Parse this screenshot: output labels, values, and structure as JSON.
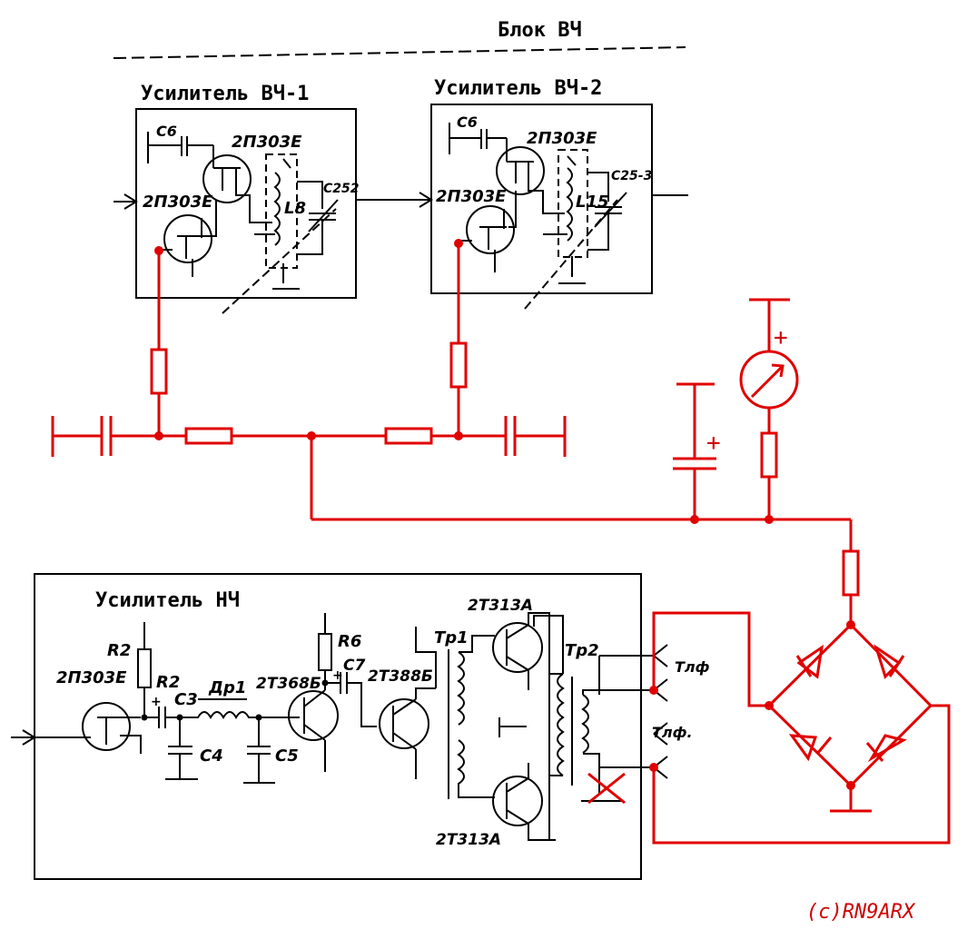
{
  "title": "Блок ВЧ",
  "blocks": {
    "rf1": "Усилитель ВЧ-1",
    "rf2": "Усилитель ВЧ-2",
    "af": "Усилитель НЧ"
  },
  "labels": {
    "c6": "С6",
    "t2p303e": "2П303Е",
    "l8": "L8",
    "c252": "С252",
    "l15": "L15",
    "c253": "С25-3",
    "r2": "R2",
    "c3": "С3",
    "c4": "С4",
    "c5": "С5",
    "dr1": "Др1",
    "t2t368b": "2Т368Б",
    "t2t388b": "2Т388Б",
    "r6": "R6",
    "c7": "С7",
    "tr1": "Тр1",
    "tr2": "Тр2",
    "t2t313a": "2Т313А",
    "t2t313a_b": "2Т313А",
    "tlf1": "Тлф",
    "tlf2": "Тлф.",
    "plus": "+"
  },
  "copyright": "(c)RN9ARX",
  "colors": {
    "schematic": "#000000",
    "modification": "#e00000"
  }
}
